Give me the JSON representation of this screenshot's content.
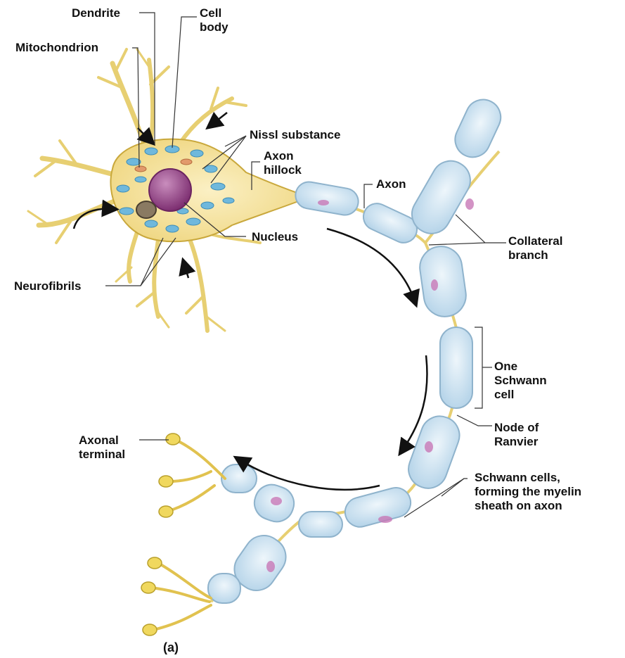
{
  "labels": {
    "dendrite": "Dendrite",
    "cell_body": [
      "Cell",
      "body"
    ],
    "mitochondrion": "Mitochondrion",
    "nissl": "Nissl substance",
    "axon_hillock": [
      "Axon",
      "hillock"
    ],
    "axon": "Axon",
    "nucleus": "Nucleus",
    "collateral": [
      "Collateral",
      "branch"
    ],
    "neurofibrils": "Neurofibrils",
    "one_schwann": [
      "One",
      "Schwann",
      "cell"
    ],
    "node": [
      "Node of",
      "Ranvier"
    ],
    "axonal_terminal": [
      "Axonal",
      "terminal"
    ],
    "schwann_cells": [
      "Schwann cells,",
      "forming the myelin",
      "sheath on axon"
    ]
  },
  "caption": "(a)",
  "colors": {
    "neuron_yellow": "#f2dc8c",
    "neuron_outline": "#c9a83c",
    "myelin_blue": "#cfe4f1",
    "myelin_outline": "#8fb3cc",
    "nissl_blue": "#6fb8dc",
    "nucleus_purple": "#a24f94",
    "leader_line": "#333333"
  },
  "icons": [
    "flow-arrow-icon"
  ]
}
